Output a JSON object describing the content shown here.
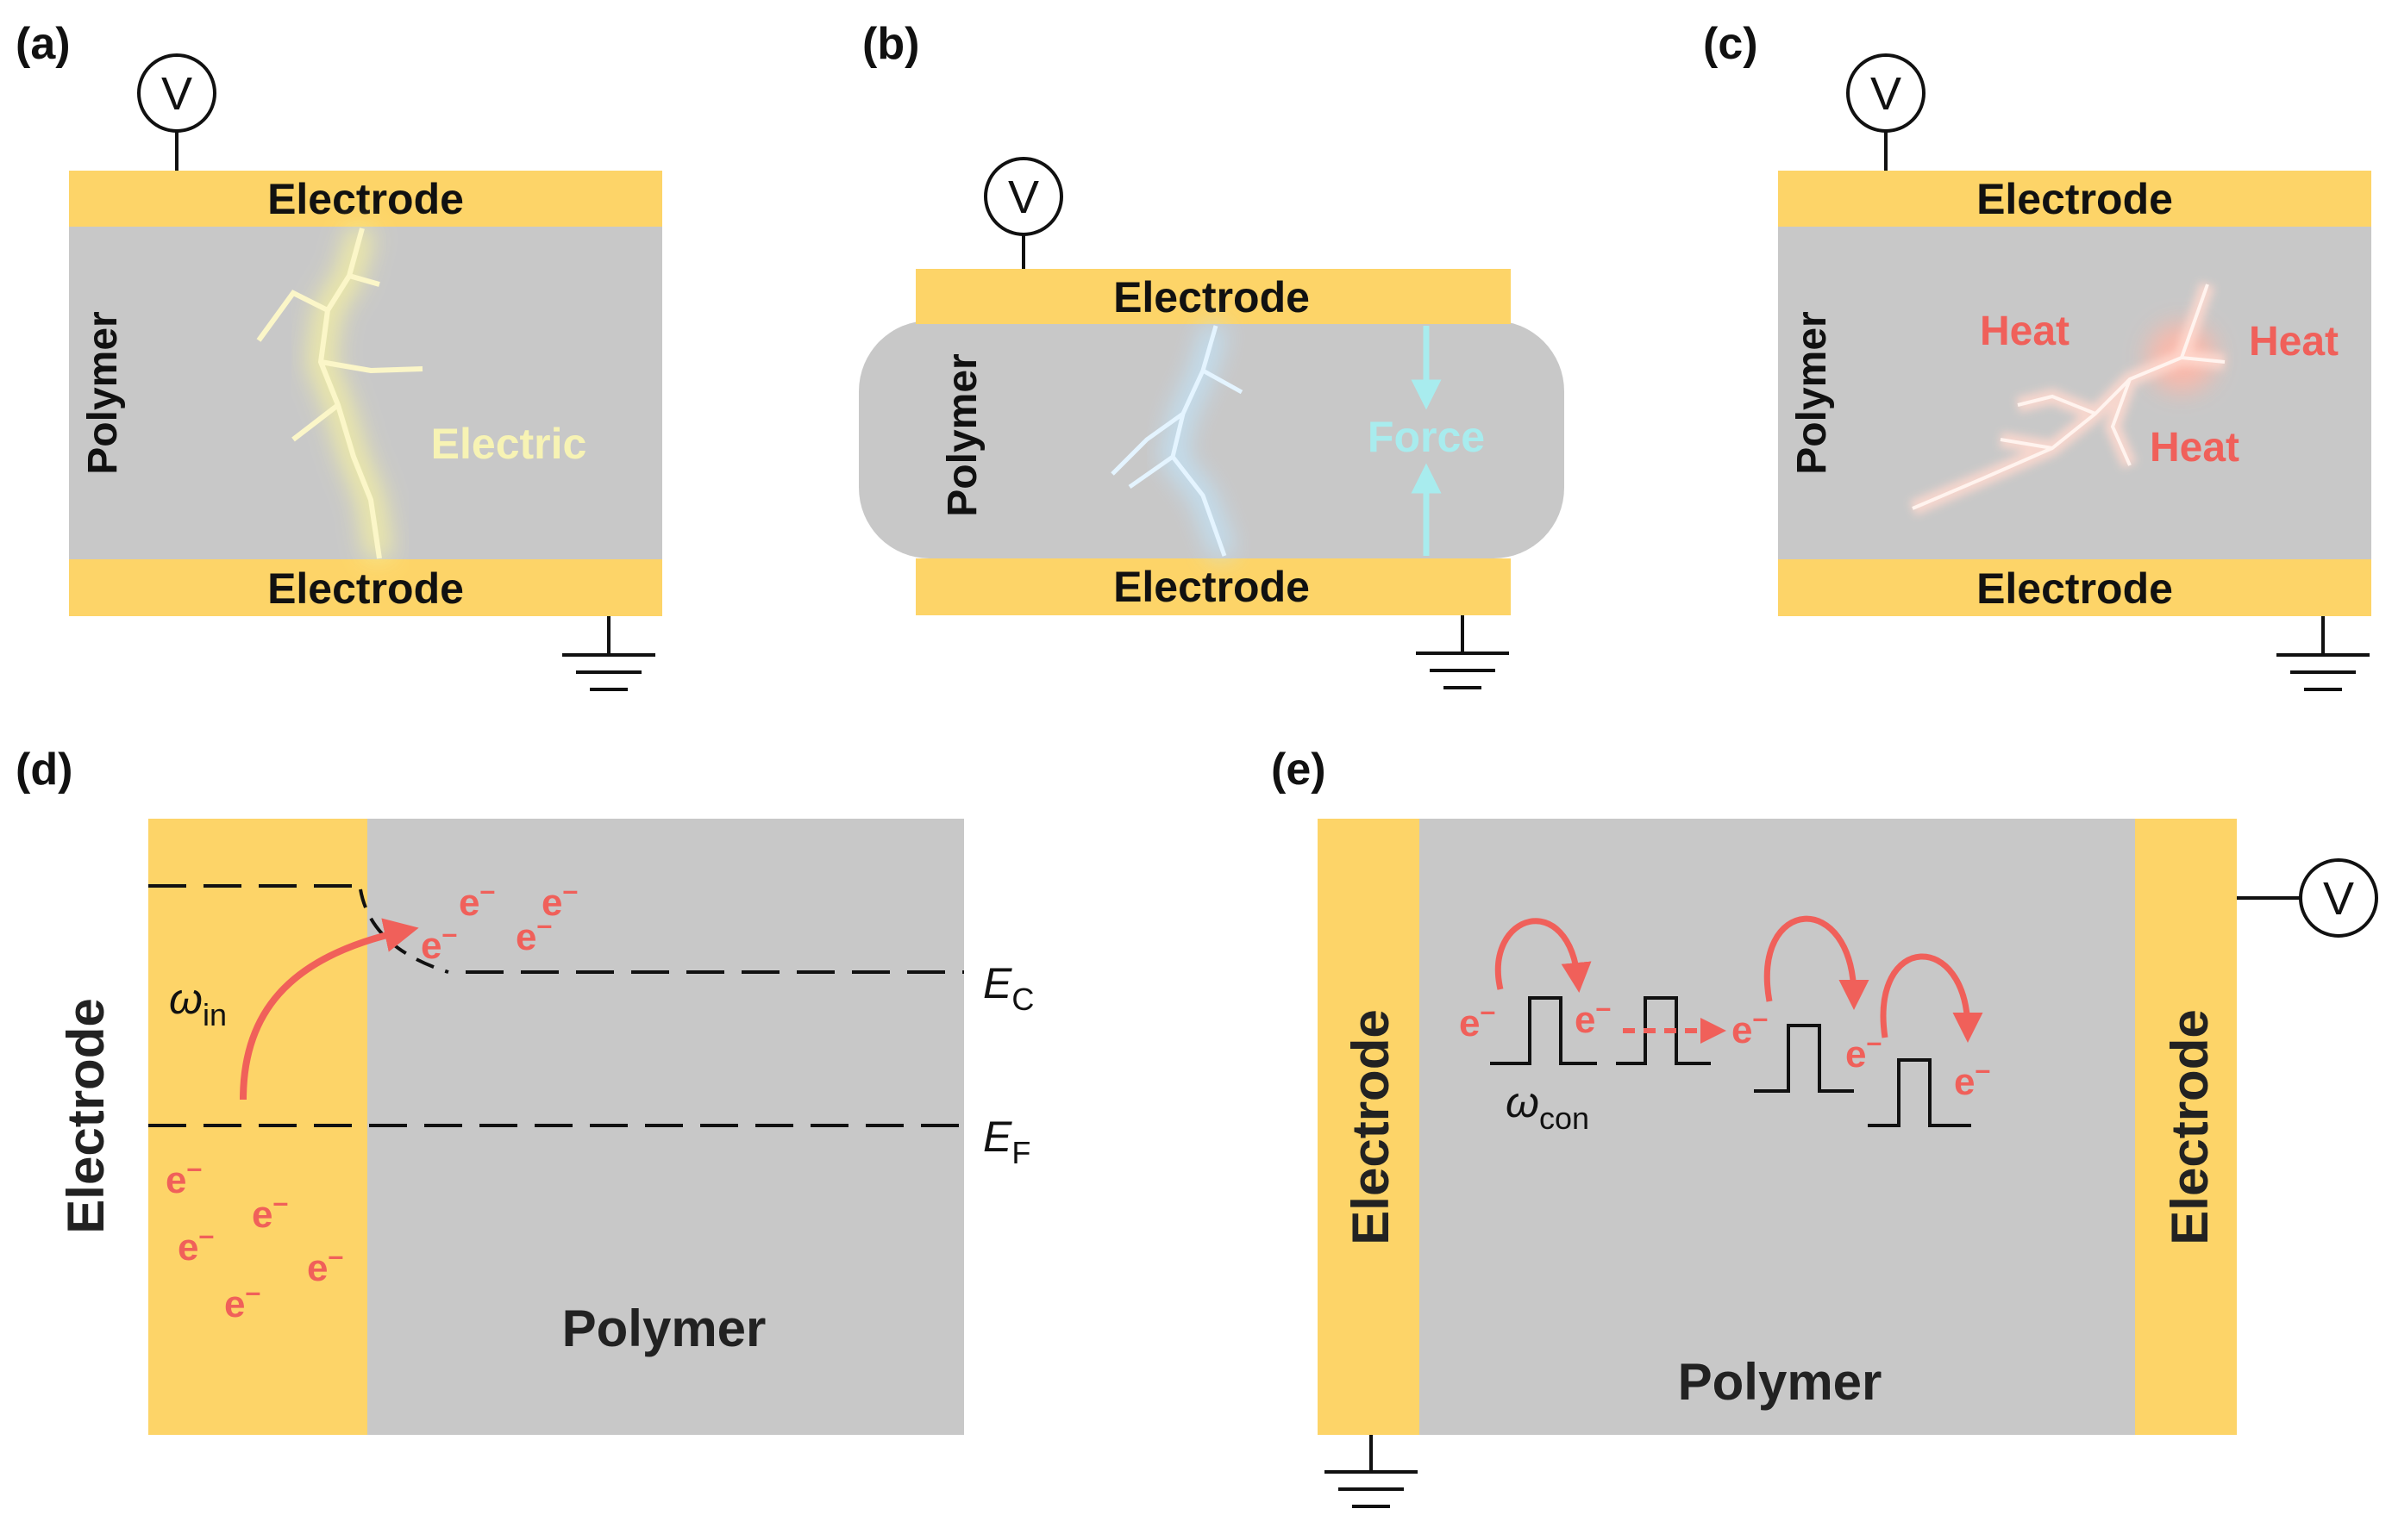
{
  "panels": {
    "a": {
      "label": "(a)",
      "electrode_top": "Electrode",
      "electrode_bottom": "Electrode",
      "polymer": "Polymer",
      "effect": "Electric",
      "meter": "V"
    },
    "b": {
      "label": "(b)",
      "electrode_top": "Electrode",
      "electrode_bottom": "Electrode",
      "polymer": "Polymer",
      "effect": "Force",
      "meter": "V"
    },
    "c": {
      "label": "(c)",
      "electrode_top": "Electrode",
      "electrode_bottom": "Electrode",
      "polymer": "Polymer",
      "heat_labels": [
        "Heat",
        "Heat",
        "Heat"
      ],
      "meter": "V"
    },
    "d": {
      "label": "(d)",
      "electrode": "Electrode",
      "polymer": "Polymer",
      "omega": "ω",
      "omega_sub": "in",
      "ec": "E",
      "ec_sub": "C",
      "ef": "E",
      "ef_sub": "F",
      "electron": "e",
      "electron_sup": "–"
    },
    "e": {
      "label": "(e)",
      "electrode_left": "Electrode",
      "electrode_right": "Electrode",
      "polymer": "Polymer",
      "omega": "ω",
      "omega_sub": "con",
      "electron": "e",
      "electron_sup": "–",
      "meter": "V"
    }
  },
  "colors": {
    "electrode": "#fdd468",
    "polymer": "#c8c8c8",
    "electron": "#f0605a",
    "electric": "#f7f3b4",
    "force": "#a8ecee",
    "heat": "#f0605a"
  }
}
